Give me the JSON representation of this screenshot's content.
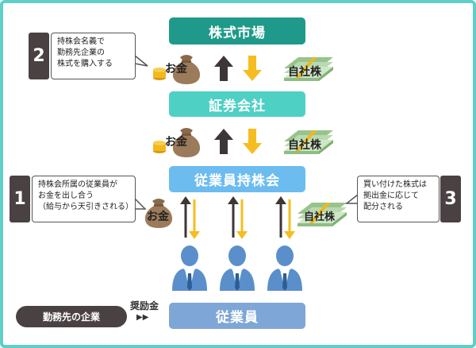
{
  "boxes": {
    "market": "株式市場",
    "broker": "証券会社",
    "association": "従業員持株会",
    "employees": "従業員"
  },
  "employer": "勤務先の企業",
  "incentive": "奨励金",
  "money_label": "お金",
  "stock_label": "自社株",
  "steps": [
    {
      "number": "1",
      "lines": [
        "持株会所属の従業員が",
        "お金を出し合う",
        "（給与から天引きされる）"
      ]
    },
    {
      "number": "2",
      "lines": [
        "持株会名義で",
        "勤務先企業の",
        "株式を購入する"
      ]
    },
    {
      "number": "3",
      "lines": [
        "買い付けた株式は",
        "拠出金に応じて",
        "配分される"
      ]
    }
  ],
  "colors": {
    "frame": "#5fcfc7",
    "market": "#1f9a8a",
    "broker": "#4fd0c4",
    "association": "#6cbcf0",
    "employees": "#7ea6d6",
    "dark": "#4a4142",
    "up_arrow": "#3d3536",
    "down_arrow": "#f5bd1f",
    "money_bag": "#9c7b5a",
    "coin": "#f2b81c",
    "bill": "#b9d9b0",
    "person": "#5a8fcb"
  },
  "icons": [
    "money-bag-icon",
    "coin-icon",
    "banknote-stack-icon",
    "person-icon",
    "up-arrow-icon",
    "down-arrow-icon"
  ]
}
